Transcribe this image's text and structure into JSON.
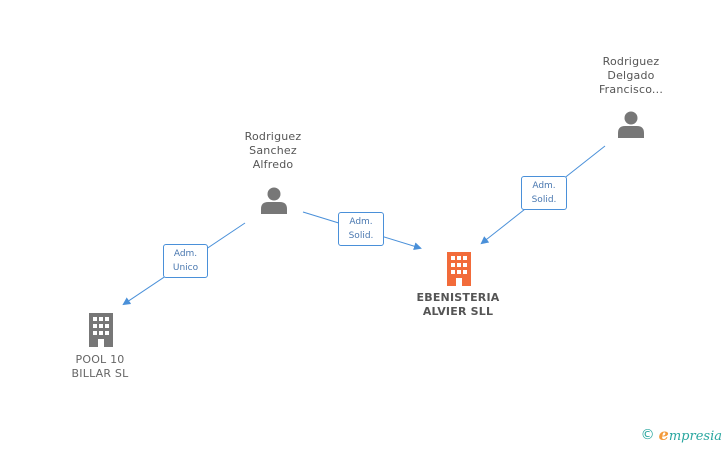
{
  "nodes": {
    "person_alfredo": {
      "lines": [
        "Rodriguez",
        "Sanchez",
        "Alfredo"
      ]
    },
    "person_francisco": {
      "lines": [
        "Rodriguez",
        "Delgado",
        "Francisco..."
      ]
    },
    "company_pool": {
      "lines": [
        "POOL 10",
        "BILLAR SL"
      ]
    },
    "company_ebenisteria": {
      "lines": [
        "EBENISTERIA",
        "ALVIER SLL"
      ]
    }
  },
  "edges": {
    "alfredo_to_pool": {
      "line1": "Adm.",
      "line2": "Unico"
    },
    "alfredo_to_ebenisteria": {
      "line1": "Adm.",
      "line2": "Solid."
    },
    "francisco_to_ebenisteria": {
      "line1": "Adm.",
      "line2": "Solid."
    }
  },
  "colors": {
    "edge": "#4a90d9",
    "person_icon": "#777777",
    "company_icon": "#777777",
    "main_company_icon": "#f26b3a"
  },
  "footer": {
    "copyright_symbol": "©",
    "brand_initial": "e",
    "brand_rest": "mpresia"
  }
}
